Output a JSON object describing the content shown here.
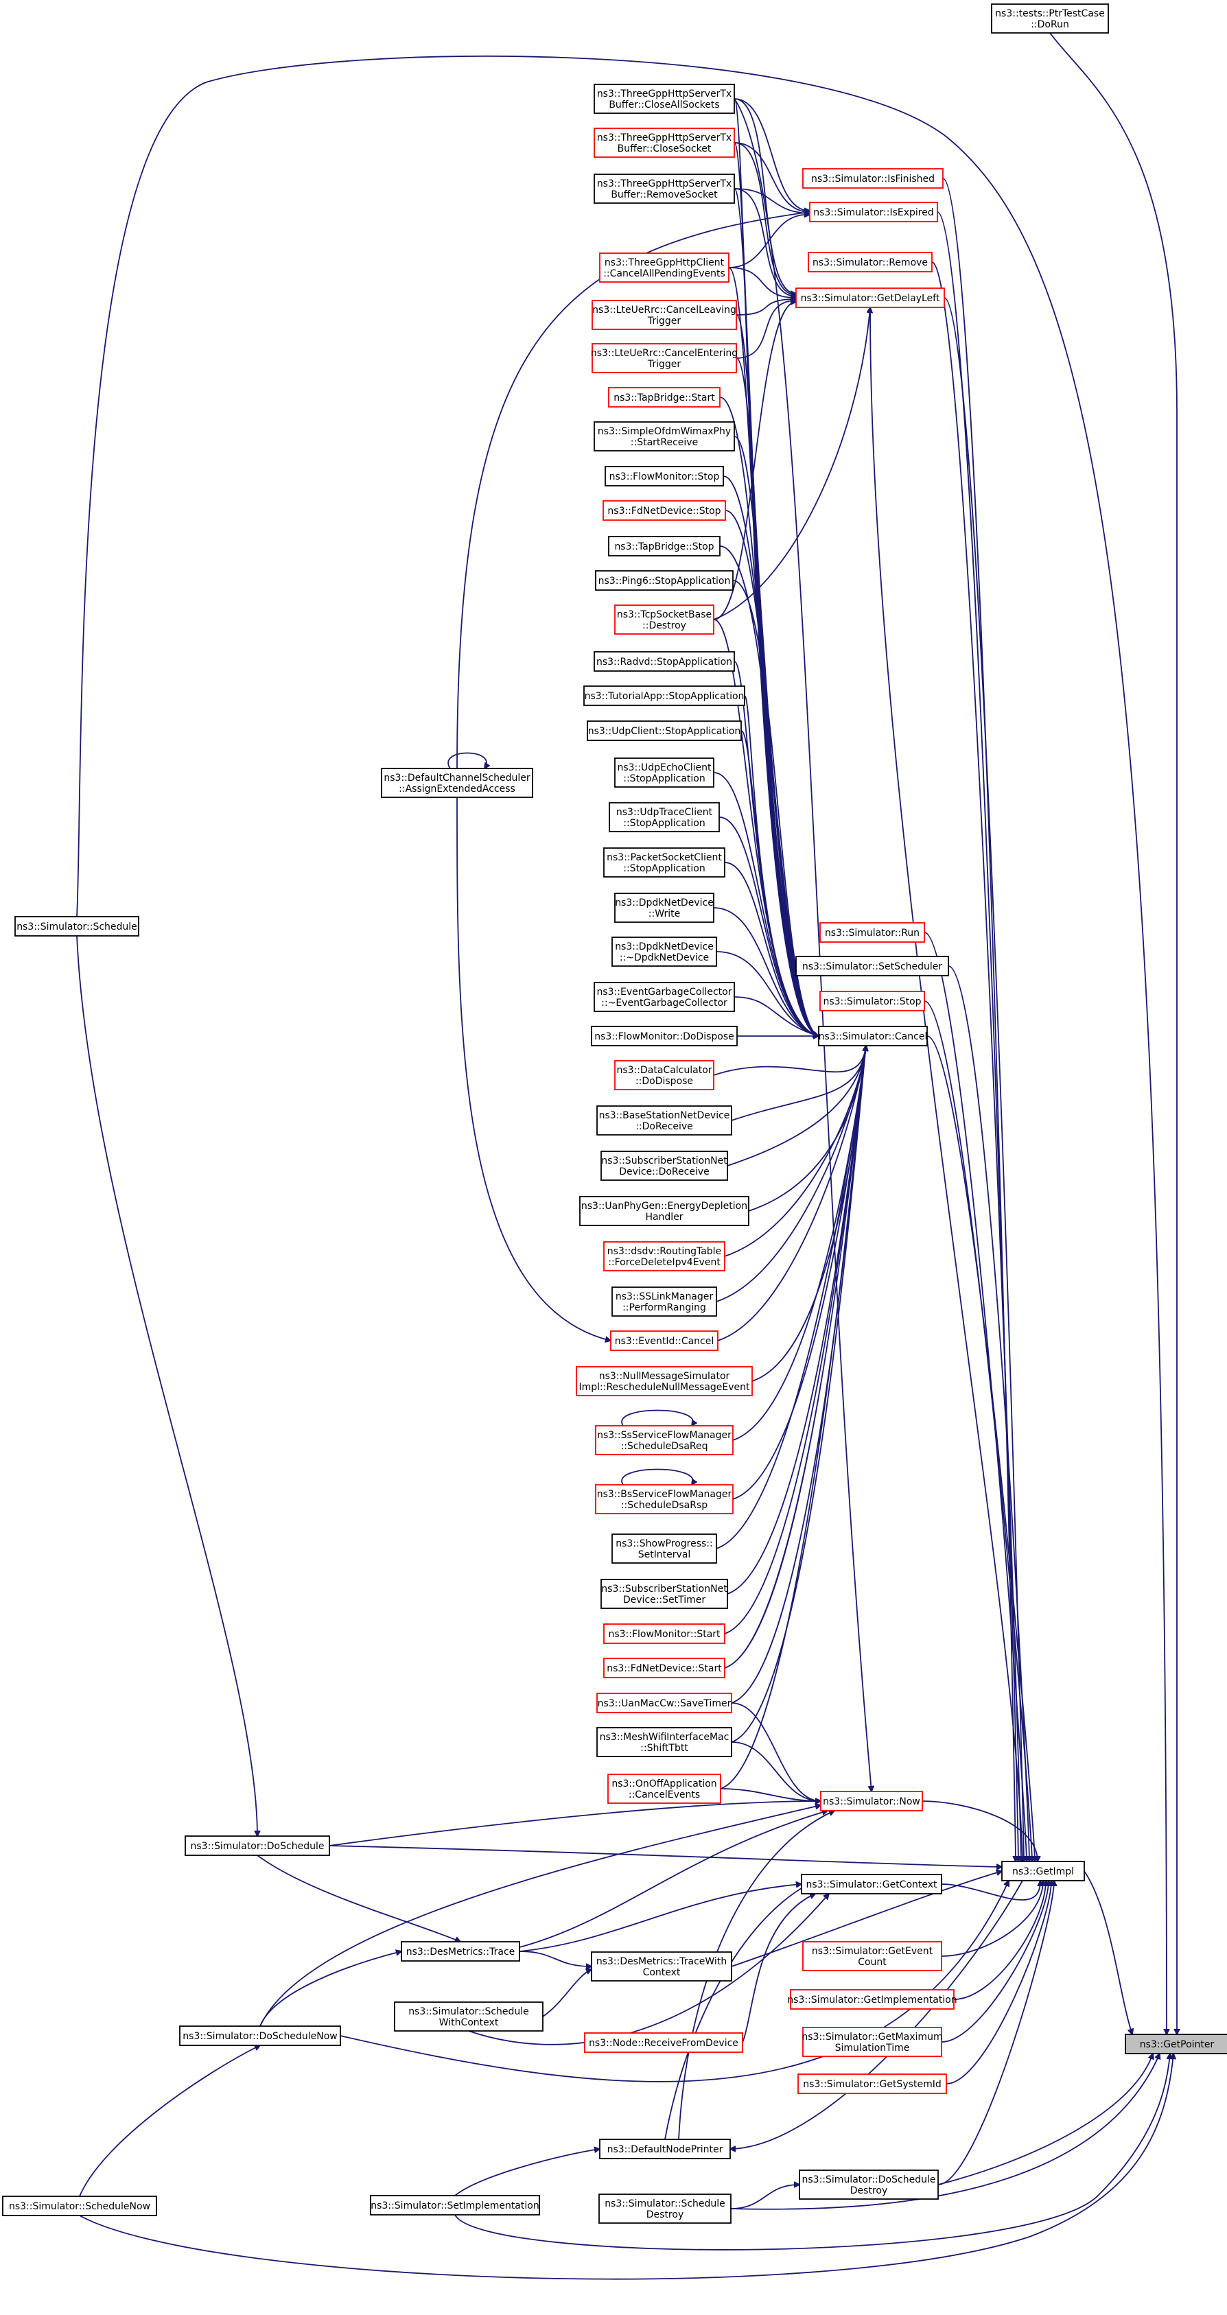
{
  "graph": {
    "edge_color": "#191970",
    "node_border_default": "#000000",
    "node_border_incomplete": "#ff0000",
    "root_fill": "#bfbfbf",
    "nodes": [
      {
        "id": "GetPointer",
        "lines": [
          "ns3::GetPointer"
        ],
        "style": "root"
      },
      {
        "id": "PtrTestCase",
        "lines": [
          "ns3::tests::PtrTestCase",
          "::DoRun"
        ],
        "style": "black"
      },
      {
        "id": "GetImpl",
        "lines": [
          "ns3::GetImpl"
        ],
        "style": "black"
      },
      {
        "id": "Schedule",
        "lines": [
          "ns3::Simulator::Schedule"
        ],
        "style": "black"
      },
      {
        "id": "DoSchedule",
        "lines": [
          "ns3::Simulator::DoSchedule"
        ],
        "style": "black"
      },
      {
        "id": "DoScheduleNow",
        "lines": [
          "ns3::Simulator::DoScheduleNow"
        ],
        "style": "black"
      },
      {
        "id": "ScheduleNow",
        "lines": [
          "ns3::Simulator::ScheduleNow"
        ],
        "style": "black"
      },
      {
        "id": "SetImplementation",
        "lines": [
          "ns3::Simulator::SetImplementation"
        ],
        "style": "black"
      },
      {
        "id": "ScheduleWithContext",
        "lines": [
          "ns3::Simulator::Schedule",
          "WithContext"
        ],
        "style": "black"
      },
      {
        "id": "DesTrace",
        "lines": [
          "ns3::DesMetrics::Trace"
        ],
        "style": "black"
      },
      {
        "id": "DesTraceWithContext",
        "lines": [
          "ns3::DesMetrics::TraceWith",
          "Context"
        ],
        "style": "black"
      },
      {
        "id": "NodeReceive",
        "lines": [
          "ns3::Node::ReceiveFromDevice"
        ],
        "style": "red"
      },
      {
        "id": "DefaultNodePrinter",
        "lines": [
          "ns3::DefaultNodePrinter"
        ],
        "style": "black"
      },
      {
        "id": "ScheduleDestroyA",
        "lines": [
          "ns3::Simulator::Schedule",
          "Destroy"
        ],
        "style": "black"
      },
      {
        "id": "DoScheduleDestroy",
        "lines": [
          "ns3::Simulator::DoSchedule",
          "Destroy"
        ],
        "style": "black"
      },
      {
        "id": "IsFinished",
        "lines": [
          "ns3::Simulator::IsFinished"
        ],
        "style": "red"
      },
      {
        "id": "IsExpired",
        "lines": [
          "ns3::Simulator::IsExpired"
        ],
        "style": "red"
      },
      {
        "id": "RemoveSim",
        "lines": [
          "ns3::Simulator::Remove"
        ],
        "style": "red"
      },
      {
        "id": "GetDelayLeft",
        "lines": [
          "ns3::Simulator::GetDelayLeft"
        ],
        "style": "red"
      },
      {
        "id": "Run",
        "lines": [
          "ns3::Simulator::Run"
        ],
        "style": "red"
      },
      {
        "id": "SetScheduler",
        "lines": [
          "ns3::Simulator::SetScheduler"
        ],
        "style": "black"
      },
      {
        "id": "StopSim",
        "lines": [
          "ns3::Simulator::Stop"
        ],
        "style": "red"
      },
      {
        "id": "Cancel",
        "lines": [
          "ns3::Simulator::Cancel"
        ],
        "style": "black"
      },
      {
        "id": "Now",
        "lines": [
          "ns3::Simulator::Now"
        ],
        "style": "red"
      },
      {
        "id": "GetContext",
        "lines": [
          "ns3::Simulator::GetContext"
        ],
        "style": "black"
      },
      {
        "id": "GetEventCount",
        "lines": [
          "ns3::Simulator::GetEvent",
          "Count"
        ],
        "style": "red"
      },
      {
        "id": "GetImplementation",
        "lines": [
          "ns3::Simulator::GetImplementation"
        ],
        "style": "red"
      },
      {
        "id": "GetMaxSimTime",
        "lines": [
          "ns3::Simulator::GetMaximum",
          "SimulationTime"
        ],
        "style": "red"
      },
      {
        "id": "GetSystemId",
        "lines": [
          "ns3::Simulator::GetSystemId"
        ],
        "style": "red"
      },
      {
        "id": "DefaultChannelScheduler",
        "lines": [
          "ns3::DefaultChannelScheduler",
          "::AssignExtendedAccess"
        ],
        "style": "black"
      },
      {
        "id": "CloseAllSockets",
        "lines": [
          "ns3::ThreeGppHttpServerTx",
          "Buffer::CloseAllSockets"
        ],
        "style": "black"
      },
      {
        "id": "CloseSocket",
        "lines": [
          "ns3::ThreeGppHttpServerTx",
          "Buffer::CloseSocket"
        ],
        "style": "red"
      },
      {
        "id": "RemoveSocket",
        "lines": [
          "ns3::ThreeGppHttpServerTx",
          "Buffer::RemoveSocket"
        ],
        "style": "black"
      },
      {
        "id": "CancelAllPending",
        "lines": [
          "ns3::ThreeGppHttpClient",
          "::CancelAllPendingEvents"
        ],
        "style": "red"
      },
      {
        "id": "CancelLeaving",
        "lines": [
          "ns3::LteUeRrc::CancelLeaving",
          "Trigger"
        ],
        "style": "red"
      },
      {
        "id": "CancelEntering",
        "lines": [
          "ns3::LteUeRrc::CancelEntering",
          "Trigger"
        ],
        "style": "red"
      },
      {
        "id": "TapBridgeStart",
        "lines": [
          "ns3::TapBridge::Start"
        ],
        "style": "red"
      },
      {
        "id": "OfdmStartReceive",
        "lines": [
          "ns3::SimpleOfdmWimaxPhy",
          "::StartReceive"
        ],
        "style": "black"
      },
      {
        "id": "FlowMonitorStop",
        "lines": [
          "ns3::FlowMonitor::Stop"
        ],
        "style": "black"
      },
      {
        "id": "FdNetDeviceStop",
        "lines": [
          "ns3::FdNetDevice::Stop"
        ],
        "style": "red"
      },
      {
        "id": "TapBridgeStop",
        "lines": [
          "ns3::TapBridge::Stop"
        ],
        "style": "black"
      },
      {
        "id": "Ping6Stop",
        "lines": [
          "ns3::Ping6::StopApplication"
        ],
        "style": "black"
      },
      {
        "id": "TcpDestroy",
        "lines": [
          "ns3::TcpSocketBase",
          "::Destroy"
        ],
        "style": "red"
      },
      {
        "id": "RadvdStop",
        "lines": [
          "ns3::Radvd::StopApplication"
        ],
        "style": "black"
      },
      {
        "id": "TutorialStop",
        "lines": [
          "ns3::TutorialApp::StopApplication"
        ],
        "style": "black"
      },
      {
        "id": "UdpClientStop",
        "lines": [
          "ns3::UdpClient::StopApplication"
        ],
        "style": "black"
      },
      {
        "id": "UdpEchoStop",
        "lines": [
          "ns3::UdpEchoClient",
          "::StopApplication"
        ],
        "style": "black"
      },
      {
        "id": "UdpTraceStop",
        "lines": [
          "ns3::UdpTraceClient",
          "::StopApplication"
        ],
        "style": "black"
      },
      {
        "id": "PacketSocketStop",
        "lines": [
          "ns3::PacketSocketClient",
          "::StopApplication"
        ],
        "style": "black"
      },
      {
        "id": "DpdkWrite",
        "lines": [
          "ns3::DpdkNetDevice",
          "::Write"
        ],
        "style": "black"
      },
      {
        "id": "DpdkDestructor",
        "lines": [
          "ns3::DpdkNetDevice",
          "::~DpdkNetDevice"
        ],
        "style": "black"
      },
      {
        "id": "EventGarbage",
        "lines": [
          "ns3::EventGarbageCollector",
          "::~EventGarbageCollector"
        ],
        "style": "black"
      },
      {
        "id": "FlowMonitorDoDispose",
        "lines": [
          "ns3::FlowMonitor::DoDispose"
        ],
        "style": "black"
      },
      {
        "id": "DataCalcDispose",
        "lines": [
          "ns3::DataCalculator",
          "::DoDispose"
        ],
        "style": "red"
      },
      {
        "id": "BaseStationReceive",
        "lines": [
          "ns3::BaseStationNetDevice",
          "::DoReceive"
        ],
        "style": "black"
      },
      {
        "id": "SubscriberReceive",
        "lines": [
          "ns3::SubscriberStationNet",
          "Device::DoReceive"
        ],
        "style": "black"
      },
      {
        "id": "UanEnergy",
        "lines": [
          "ns3::UanPhyGen::EnergyDepletion",
          "Handler"
        ],
        "style": "black"
      },
      {
        "id": "DsdvForceDelete",
        "lines": [
          "ns3::dsdv::RoutingTable",
          "::ForceDeleteIpv4Event"
        ],
        "style": "red"
      },
      {
        "id": "SSLinkRanging",
        "lines": [
          "ns3::SSLinkManager",
          "::PerformRanging"
        ],
        "style": "black"
      },
      {
        "id": "EventIdCancel",
        "lines": [
          "ns3::EventId::Cancel"
        ],
        "style": "red"
      },
      {
        "id": "NullMessage",
        "lines": [
          "ns3::NullMessageSimulator",
          "Impl::RescheduleNullMessageEvent"
        ],
        "style": "red"
      },
      {
        "id": "SsDsaReq",
        "lines": [
          "ns3::SsServiceFlowManager",
          "::ScheduleDsaReq"
        ],
        "style": "red"
      },
      {
        "id": "BsDsaRsp",
        "lines": [
          "ns3::BsServiceFlowManager",
          "::ScheduleDsaRsp"
        ],
        "style": "red"
      },
      {
        "id": "ShowProgress",
        "lines": [
          "ns3::ShowProgress::",
          "SetInterval"
        ],
        "style": "black"
      },
      {
        "id": "SubscriberTimer",
        "lines": [
          "ns3::SubscriberStationNet",
          "Device::SetTimer"
        ],
        "style": "black"
      },
      {
        "id": "FlowMonitorStart",
        "lines": [
          "ns3::FlowMonitor::Start"
        ],
        "style": "red"
      },
      {
        "id": "FdNetDeviceStart",
        "lines": [
          "ns3::FdNetDevice::Start"
        ],
        "style": "red"
      },
      {
        "id": "UanSaveTimer",
        "lines": [
          "ns3::UanMacCw::SaveTimer"
        ],
        "style": "red"
      },
      {
        "id": "MeshShiftTbtt",
        "lines": [
          "ns3::MeshWifiInterfaceMac",
          "::ShiftTbtt"
        ],
        "style": "black"
      },
      {
        "id": "OnOffCancel",
        "lines": [
          "ns3::OnOffApplication",
          "::CancelEvents"
        ],
        "style": "red"
      }
    ]
  }
}
